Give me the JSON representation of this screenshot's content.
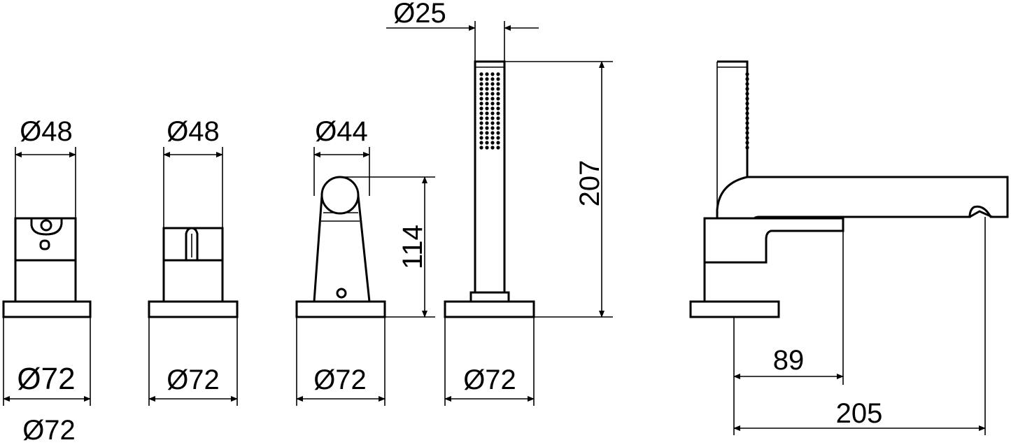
{
  "dimensions": {
    "mixer1_top_diameter": "Ø48",
    "mixer1_base_diameter": "Ø72",
    "mixer1_base_diameter_note": "Ø72",
    "mixer2_top_diameter": "Ø48",
    "mixer2_base_diameter": "Ø72",
    "diverter_top_diameter": "Ø44",
    "diverter_height": "114",
    "diverter_base_diameter": "Ø72",
    "handshower_diameter": "Ø25",
    "handshower_height": "207",
    "handshower_base_diameter": "Ø72",
    "spout_lever_length": "89",
    "spout_projection": "205"
  }
}
